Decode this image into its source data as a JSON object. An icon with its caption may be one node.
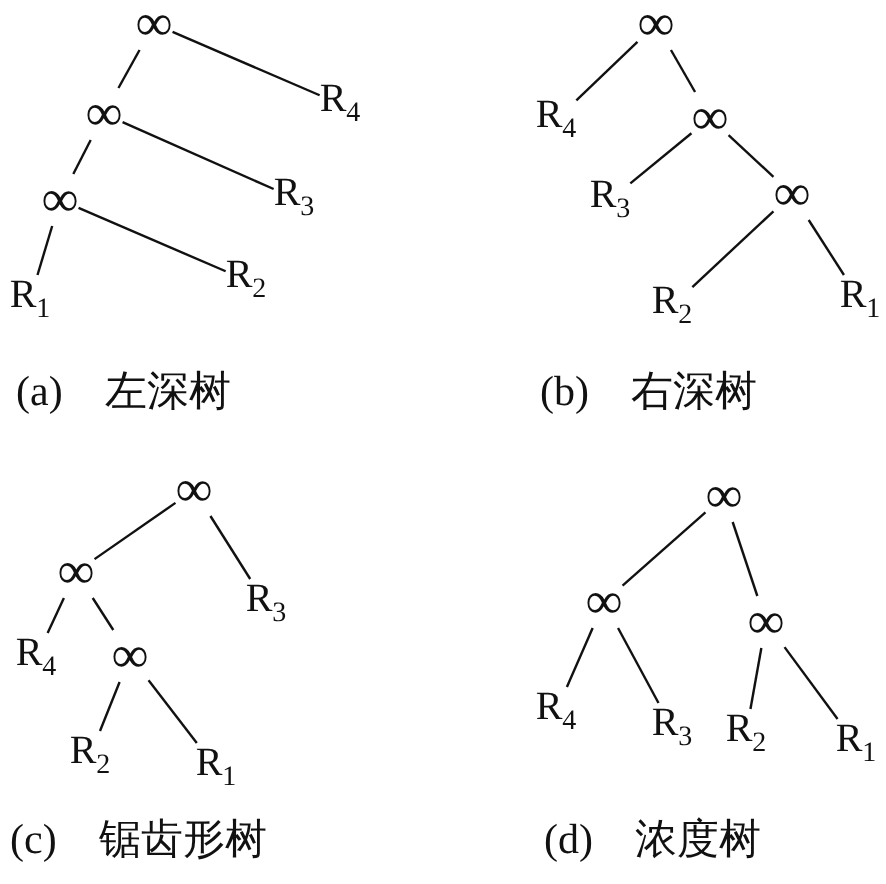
{
  "diagram": {
    "nodes": [
      {
        "text": [
          "∞"
        ]
      },
      {
        "text": [
          "R$_{4}$"
        ]
      },
      {
        "text": [
          "∞"
        ]
      },
      {
        "text": [
          "R$_{3}$"
        ]
      },
      {
        "text": [
          "∞"
        ]
      },
      {
        "text": [
          "R$_{2}$"
        ]
      },
      {
        "text": [
          "R$_{1}$"
        ]
      },
      {
        "text": [
          "∞"
        ]
      },
      {
        "text": [
          "R$_{4}$"
        ]
      },
      {
        "text": [
          "∞"
        ]
      },
      {
        "text": [
          "R$_{3}$"
        ]
      },
      {
        "text": [
          "∞"
        ]
      },
      {
        "text": [
          "R$_{2}$"
        ]
      },
      {
        "text": [
          "R$_{1}$"
        ]
      },
      {
        "text": [
          "∞"
        ]
      },
      {
        "text": [
          "∞"
        ]
      },
      {
        "text": [
          "R$_{3}$"
        ]
      },
      {
        "text": [
          "R$_{4}$"
        ]
      },
      {
        "text": [
          "∞"
        ]
      },
      {
        "text": [
          "R$_{2}$"
        ]
      },
      {
        "text": [
          "R$_{1}$"
        ]
      },
      {
        "text": [
          "∞"
        ]
      },
      {
        "text": [
          "∞"
        ]
      },
      {
        "text": [
          "∞"
        ]
      },
      {
        "text": [
          "R$_{4}$"
        ]
      },
      {
        "text": [
          "R$_{3}$"
        ]
      },
      {
        "text": [
          "R$_{2}$"
        ]
      },
      {
        "text": [
          "R$_{1}$"
        ]
      }
    ],
    "edges": [
      {
        "from": 0,
        "to": 2,
        "arrow": "none"
      },
      {
        "from": 0,
        "to": 1,
        "arrow": "none"
      },
      {
        "from": 2,
        "to": 4,
        "arrow": "none"
      },
      {
        "from": 2,
        "to": 3,
        "arrow": "none"
      },
      {
        "from": 4,
        "to": 6,
        "arrow": "none"
      },
      {
        "from": 4,
        "to": 5,
        "arrow": "none"
      },
      {
        "from": 7,
        "to": 8,
        "arrow": "none"
      },
      {
        "from": 7,
        "to": 9,
        "arrow": "none"
      },
      {
        "from": 9,
        "to": 10,
        "arrow": "none"
      },
      {
        "from": 9,
        "to": 11,
        "arrow": "none"
      },
      {
        "from": 11,
        "to": 12,
        "arrow": "none"
      },
      {
        "from": 11,
        "to": 13,
        "arrow": "none"
      },
      {
        "from": 14,
        "to": 15,
        "arrow": "none"
      },
      {
        "from": 14,
        "to": 16,
        "arrow": "none"
      },
      {
        "from": 15,
        "to": 17,
        "arrow": "none"
      },
      {
        "from": 15,
        "to": 18,
        "arrow": "none"
      },
      {
        "from": 18,
        "to": 19,
        "arrow": "none"
      },
      {
        "from": 18,
        "to": 20,
        "arrow": "none"
      },
      {
        "from": 21,
        "to": 22,
        "arrow": "none"
      },
      {
        "from": 21,
        "to": 23,
        "arrow": "none"
      },
      {
        "from": 22,
        "to": 24,
        "arrow": "none"
      },
      {
        "from": 22,
        "to": 25,
        "arrow": "none"
      },
      {
        "from": 23,
        "to": 26,
        "arrow": "none"
      },
      {
        "from": 23,
        "to": 27,
        "arrow": "none"
      }
    ],
    "labels": [
      "(a) 左深树",
      "(b) 右深树",
      "(c) 锯齿形树",
      "(d) 浓度树"
    ]
  }
}
